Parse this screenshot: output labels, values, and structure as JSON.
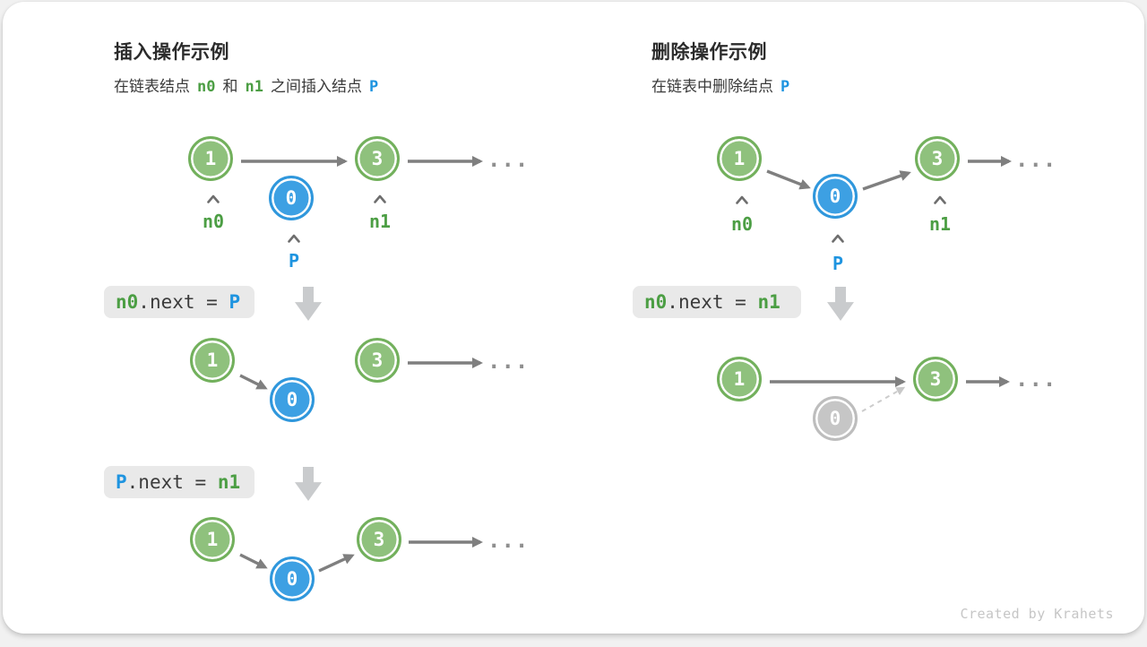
{
  "credit": "Created by Krahets",
  "colors": {
    "node_green": "#8FC17D",
    "node_green_border": "#72B05C",
    "node_blue": "#3DA0E3",
    "node_gray": "#C6C6C6",
    "text_green": "#4C9E44",
    "text_blue": "#1E94E0",
    "arrow_gray": "#7F7F7F",
    "code_box_bg": "#E9E9E9"
  },
  "insert": {
    "title": "插入操作示例",
    "subtitle": {
      "t1": "在链表结点",
      "n0": "n0",
      "t2": "和",
      "n1": "n1",
      "t3": "之间插入结点",
      "p": "P"
    },
    "labels": {
      "n0": "n0",
      "n1": "n1",
      "p": "P"
    },
    "node_values": {
      "one": "1",
      "three": "3",
      "zero": "0"
    },
    "ellipsis": "...",
    "code1": {
      "lhs": "n0",
      "mid": ".next = ",
      "rhs": "P"
    },
    "code2": {
      "lhs": "P",
      "mid": ".next = ",
      "rhs": "n1"
    }
  },
  "delete": {
    "title": "删除操作示例",
    "subtitle": {
      "t1": "在链表中删除结点",
      "p": "P"
    },
    "labels": {
      "n0": "n0",
      "n1": "n1",
      "p": "P"
    },
    "node_values": {
      "one": "1",
      "three": "3",
      "zero": "0"
    },
    "ellipsis": "...",
    "code1": {
      "lhs": "n0",
      "mid": ".next = ",
      "rhs": "n1"
    }
  }
}
